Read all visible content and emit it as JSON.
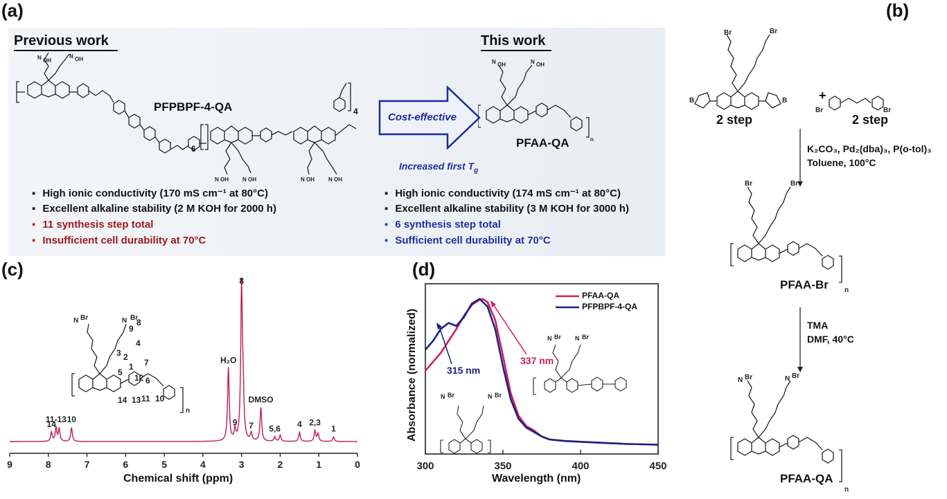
{
  "panel_labels": {
    "a": "(a)",
    "b": "(b)",
    "c": "(c)",
    "d": "(d)"
  },
  "panel_a": {
    "previous_header": "Previous work",
    "this_header": "This work",
    "previous_polymer": "PFPBPF-4-QA",
    "this_polymer": "PFAA-QA",
    "repeat_6": "6",
    "repeat_4": "4",
    "arrow_label": "Cost-effective",
    "increased_tg": "Increased first T",
    "tg_sub": "g",
    "previous_bullets": [
      "High ionic conductivity (170 mS cm⁻¹ at 80°C)",
      "Excellent alkaline stability (2 M KOH for 2000 h)",
      "11 synthesis step total",
      "Insufficient cell durability at 70°C"
    ],
    "this_bullets": [
      "High ionic conductivity (174 mS cm⁻¹ at 80°C)",
      "Excellent alkaline stability (3 M KOH for 3000 h)",
      "6 synthesis step total",
      "Sufficient cell durability at 70°C"
    ]
  },
  "panel_b": {
    "step_left": "2 step",
    "step_right": "2 step",
    "plus": "+",
    "reagents_1": "K₂CO₃, Pd₂(dba)₃, P(o-tol)₃",
    "solvent_1": "Toluene, 100°C",
    "intermediate": "PFAA-Br",
    "reagents_2": "TMA",
    "solvent_2": "DMF, 40°C",
    "product": "PFAA-QA",
    "br": "Br",
    "n": "n"
  },
  "panel_c": {
    "xlabel": "Chemical shift (ppm)",
    "structure_numbers": [
      "8",
      "9",
      "4",
      "2",
      "1",
      "3",
      "5",
      "12",
      "7",
      "6",
      "11",
      "10",
      "14",
      "13"
    ]
  },
  "panel_d": {
    "xlabel": "Wavelength (nm)",
    "ylabel": "Absorbance (normalized)",
    "annotation_1": "315 nm",
    "annotation_2": "337 nm",
    "legend": [
      "PFAA-QA",
      "PFPBPF-4-QA"
    ]
  },
  "chart_data": [
    {
      "type": "line",
      "id": "nmr",
      "title": "",
      "xlabel": "Chemical shift (ppm)",
      "ylabel": "",
      "xlim": [
        9,
        0
      ],
      "x_ticks": [
        "9",
        "8",
        "7",
        "6",
        "5",
        "4",
        "3",
        "2",
        "1",
        "0"
      ],
      "color": "#c2185b",
      "peaks": [
        {
          "ppm": 7.92,
          "height": 0.06,
          "label": "14"
        },
        {
          "ppm": 7.8,
          "height": 0.09,
          "label": "11-13"
        },
        {
          "ppm": 7.72,
          "height": 0.08,
          "label": ""
        },
        {
          "ppm": 7.4,
          "height": 0.09,
          "label": "10"
        },
        {
          "ppm": 3.34,
          "height": 0.48,
          "label": "H₂O"
        },
        {
          "ppm": 3.17,
          "height": 0.07,
          "label": "9"
        },
        {
          "ppm": 3.0,
          "height": 1.0,
          "label": "8"
        },
        {
          "ppm": 2.96,
          "height": 0.26,
          "label": ""
        },
        {
          "ppm": 2.75,
          "height": 0.05,
          "label": "7"
        },
        {
          "ppm": 2.5,
          "height": 0.22,
          "label": "DMSO"
        },
        {
          "ppm": 2.14,
          "height": 0.03,
          "label": "5,6"
        },
        {
          "ppm": 2.0,
          "height": 0.04,
          "label": ""
        },
        {
          "ppm": 1.5,
          "height": 0.06,
          "label": "4"
        },
        {
          "ppm": 1.1,
          "height": 0.07,
          "label": "2,3"
        },
        {
          "ppm": 1.02,
          "height": 0.05,
          "label": ""
        },
        {
          "ppm": 0.62,
          "height": 0.03,
          "label": "1"
        }
      ]
    },
    {
      "type": "line",
      "id": "uvvis",
      "title": "",
      "xlabel": "Wavelength (nm)",
      "ylabel": "Absorbance (normalized)",
      "xlim": [
        300,
        450
      ],
      "x_ticks": [
        "300",
        "350",
        "400",
        "450"
      ],
      "series": [
        {
          "name": "PFAA-QA",
          "color": "#cc1f5e",
          "x": [
            300,
            305,
            310,
            315,
            320,
            325,
            330,
            335,
            337,
            340,
            345,
            350,
            355,
            360,
            365,
            370,
            375,
            380,
            390,
            400,
            410,
            420,
            430,
            440,
            450
          ],
          "y": [
            0.52,
            0.58,
            0.64,
            0.72,
            0.8,
            0.89,
            0.96,
            0.995,
            1.0,
            0.98,
            0.86,
            0.62,
            0.37,
            0.22,
            0.15,
            0.12,
            0.08,
            0.06,
            0.05,
            0.045,
            0.04,
            0.035,
            0.03,
            0.028,
            0.025
          ]
        },
        {
          "name": "PFPBPF-4-QA",
          "color": "#1a237e",
          "x": [
            300,
            305,
            310,
            315,
            320,
            325,
            330,
            335,
            340,
            345,
            350,
            355,
            360,
            365,
            370,
            375,
            380,
            390,
            400,
            410,
            420,
            430,
            440,
            450
          ],
          "y": [
            0.66,
            0.72,
            0.8,
            0.84,
            0.82,
            0.88,
            0.97,
            1.0,
            0.95,
            0.8,
            0.55,
            0.33,
            0.2,
            0.14,
            0.11,
            0.08,
            0.06,
            0.05,
            0.045,
            0.04,
            0.035,
            0.03,
            0.028,
            0.025
          ]
        }
      ]
    }
  ]
}
